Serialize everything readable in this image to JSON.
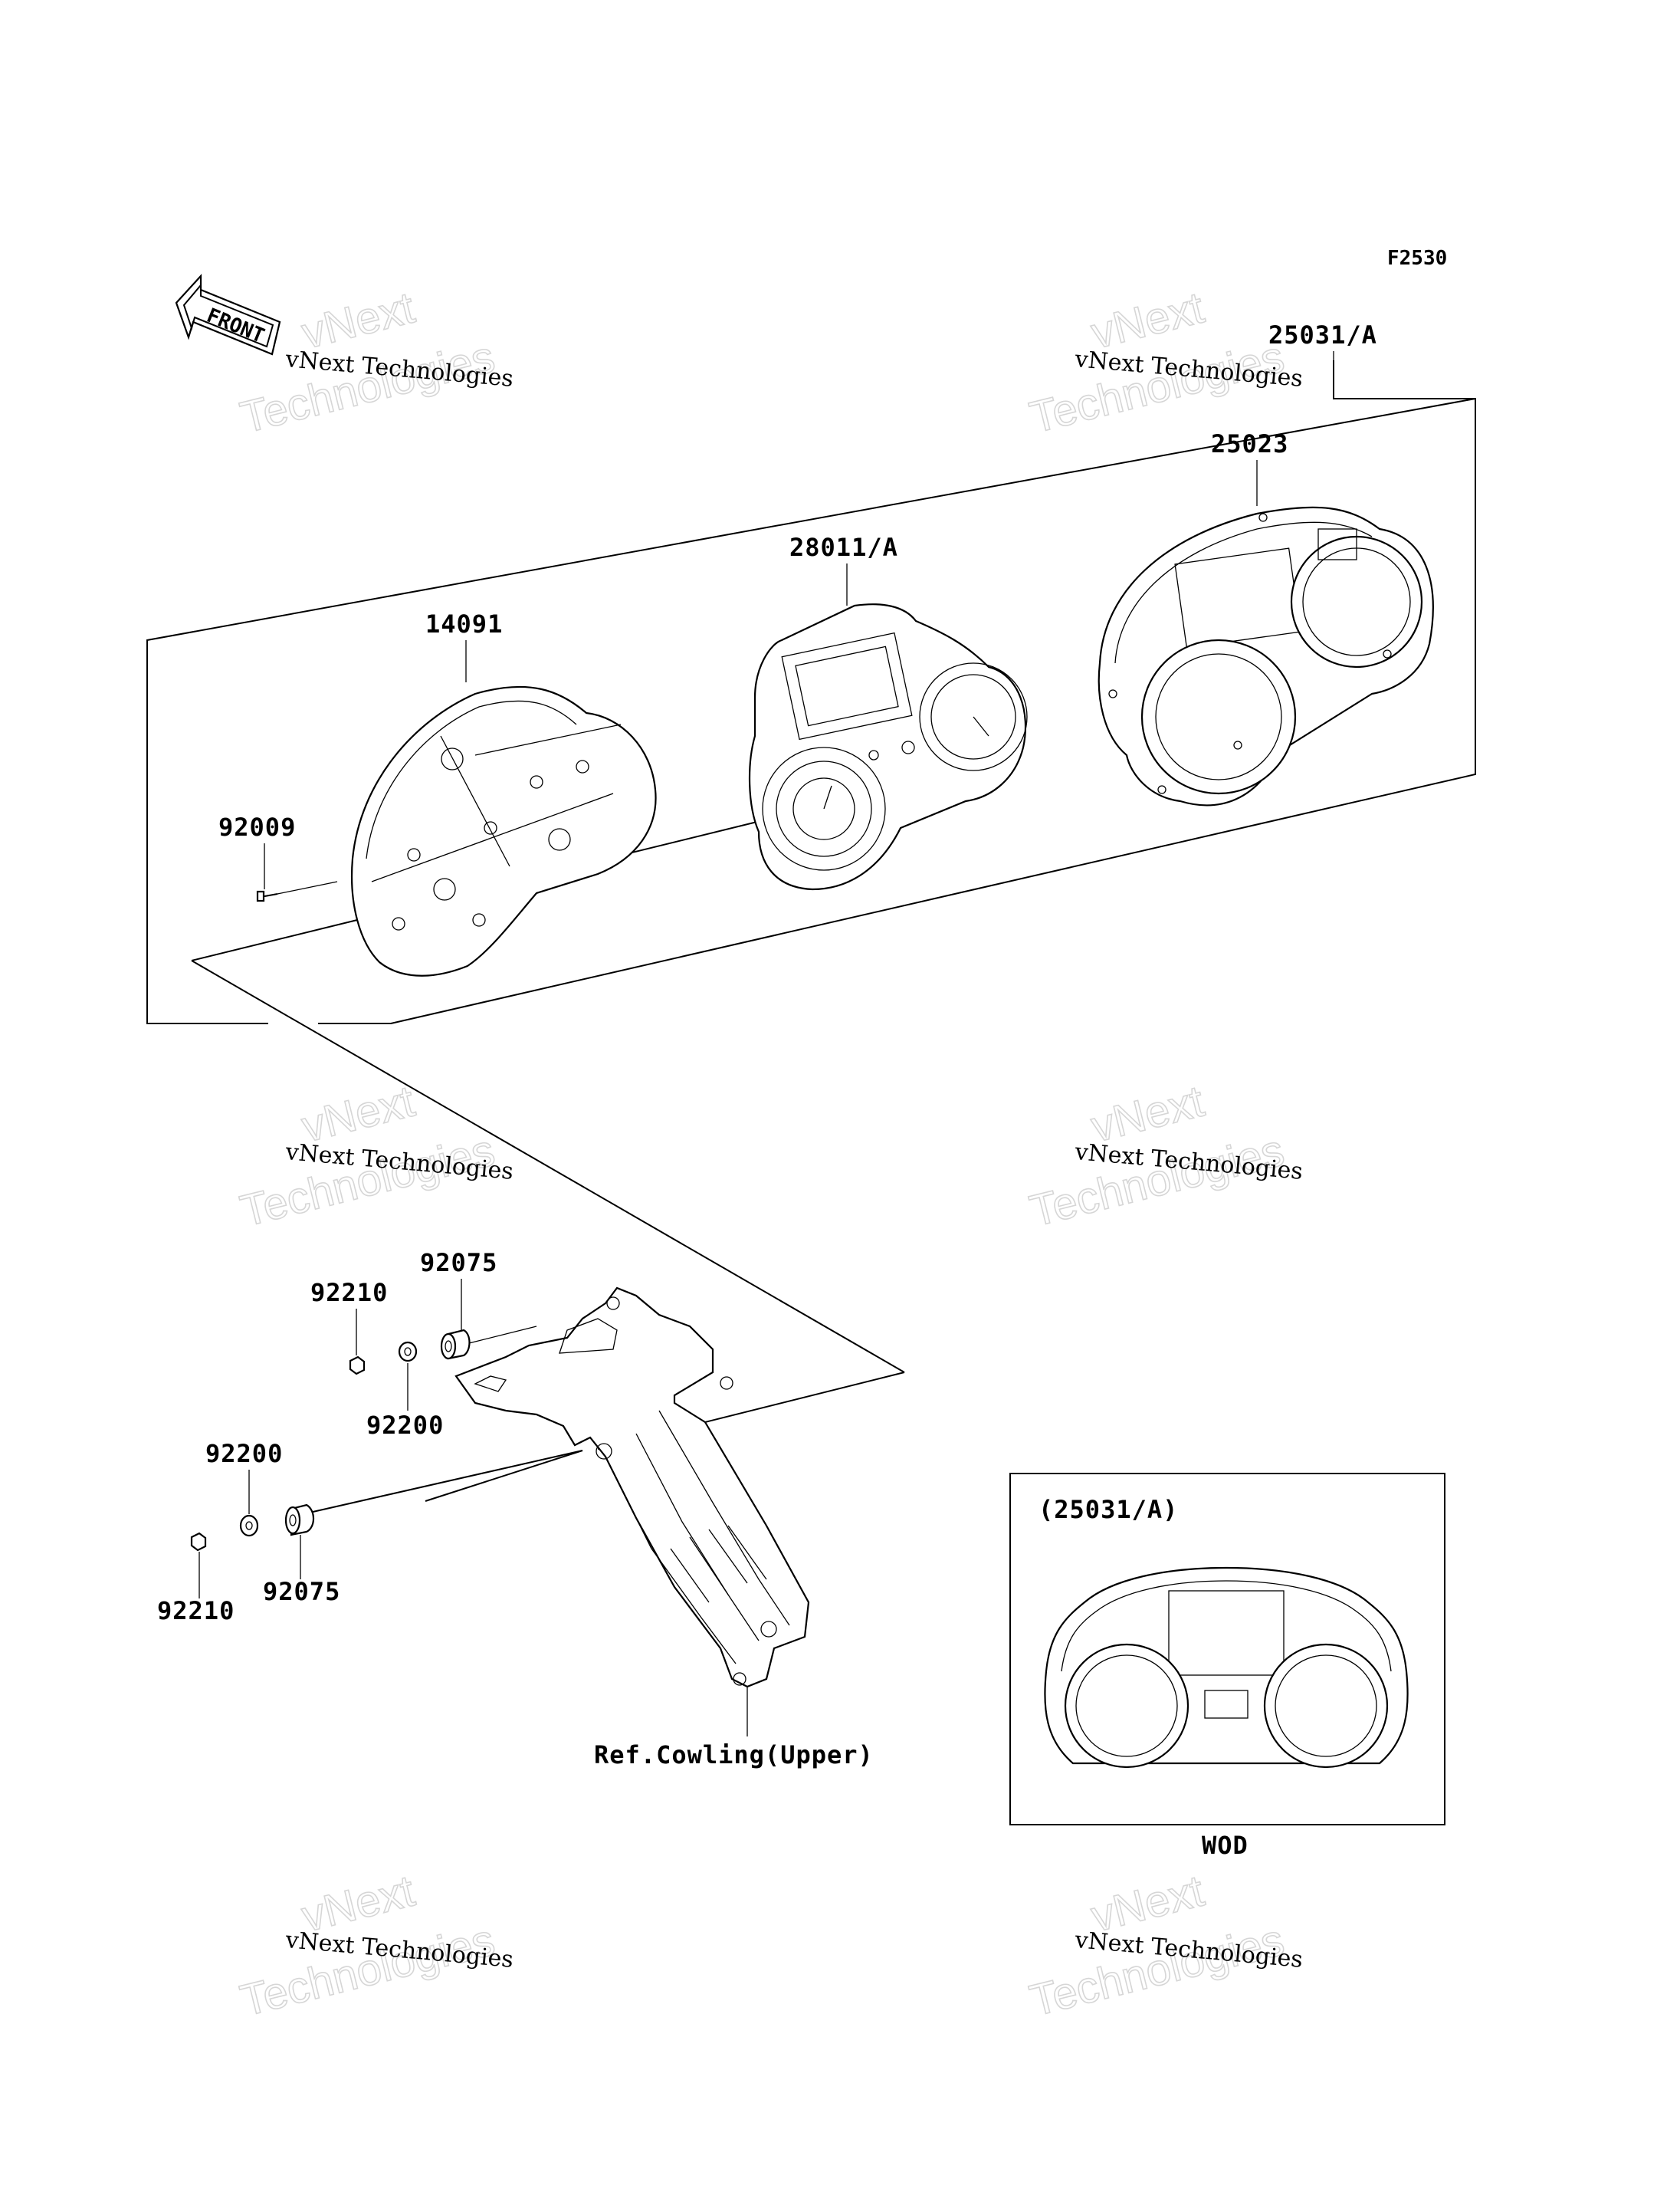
{
  "figure_code": "F2530",
  "front_arrow": "FRONT",
  "watermark": {
    "line1": "vNext",
    "line2": "Technologies",
    "caption": "vNext Technologies"
  },
  "parts": {
    "assembly": "25031/A",
    "case": "25023",
    "meter": "28011/A",
    "cover": "14091",
    "screw": "92009",
    "nut_upper": "92210",
    "washer_upper": "92200",
    "damper_upper": "92075",
    "washer_lower": "92200",
    "nut_lower": "92210",
    "damper_lower": "92075"
  },
  "reference": "Ref.Cowling(Upper)",
  "inset": {
    "title": "(25031/A)",
    "caption": "WOD"
  }
}
